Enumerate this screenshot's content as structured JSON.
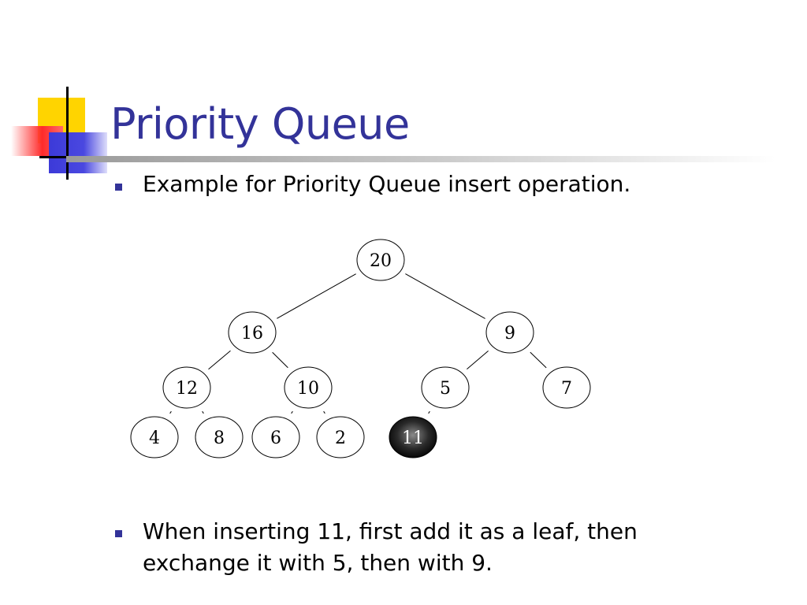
{
  "slide": {
    "title": "Priority Queue",
    "bullets": [
      "Example for Priority Queue insert operation.",
      "When inserting 11, first add it as a leaf, then exchange it with 5, then with 9."
    ]
  },
  "heap": {
    "nodes": [
      "20",
      "16",
      "9",
      "12",
      "10",
      "5",
      "7",
      "4",
      "8",
      "6",
      "2",
      "11"
    ],
    "edges": [
      [
        0,
        1
      ],
      [
        0,
        2
      ],
      [
        1,
        3
      ],
      [
        1,
        4
      ],
      [
        2,
        5
      ],
      [
        2,
        6
      ],
      [
        3,
        7
      ],
      [
        3,
        8
      ],
      [
        4,
        9
      ],
      [
        4,
        10
      ],
      [
        5,
        11
      ]
    ],
    "highlighted_node": "11"
  },
  "colors": {
    "title": "#333399",
    "bullet": "#333399",
    "text": "#000000",
    "highlight_fill": "#111111",
    "highlight_text": "#ffffff"
  }
}
